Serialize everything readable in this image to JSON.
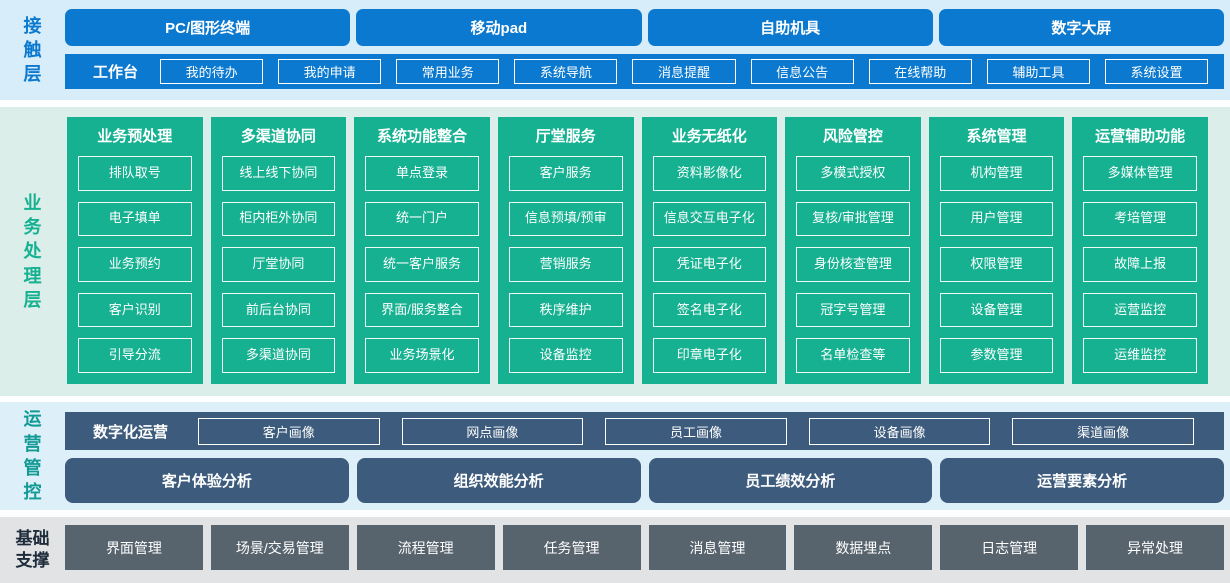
{
  "colors": {
    "accent_blue": "#0b79cf",
    "light_blue_bg": "#d7edf9",
    "green": "#15b191",
    "light_green_bg": "#dceee9",
    "dark_blue": "#3d5b7c",
    "slate_gray": "#57636d",
    "light_gray_bg": "#e1e3e5",
    "teal_label": "#129a94",
    "dark_label": "#1d2b3a"
  },
  "contact": {
    "label": "接触层",
    "channels": [
      "PC/图形终端",
      "移动pad",
      "自助机具",
      "数字大屏"
    ],
    "workbench": {
      "label": "工作台",
      "items": [
        "我的待办",
        "我的申请",
        "常用业务",
        "系统导航",
        "消息提醒",
        "信息公告",
        "在线帮助",
        "辅助工具",
        "系统设置"
      ]
    }
  },
  "business": {
    "label": "业务处理层",
    "columns": [
      {
        "title": "业务预处理",
        "items": [
          "排队取号",
          "电子填单",
          "业务预约",
          "客户识别",
          "引导分流"
        ]
      },
      {
        "title": "多渠道协同",
        "items": [
          "线上线下协同",
          "柜内柜外协同",
          "厅堂协同",
          "前后台协同",
          "多渠道协同"
        ]
      },
      {
        "title": "系统功能整合",
        "items": [
          "单点登录",
          "统一门户",
          "统一客户服务",
          "界面/服务整合",
          "业务场景化"
        ]
      },
      {
        "title": "厅堂服务",
        "items": [
          "客户服务",
          "信息预填/预审",
          "营销服务",
          "秩序维护",
          "设备监控"
        ]
      },
      {
        "title": "业务无纸化",
        "items": [
          "资料影像化",
          "信息交互电子化",
          "凭证电子化",
          "签名电子化",
          "印章电子化"
        ]
      },
      {
        "title": "风险管控",
        "items": [
          "多模式授权",
          "复核/审批管理",
          "身份核查管理",
          "冠字号管理",
          "名单检查等"
        ]
      },
      {
        "title": "系统管理",
        "items": [
          "机构管理",
          "用户管理",
          "权限管理",
          "设备管理",
          "参数管理"
        ]
      },
      {
        "title": "运营辅助功能",
        "items": [
          "多媒体管理",
          "考培管理",
          "故障上报",
          "运营监控",
          "运维监控"
        ]
      }
    ]
  },
  "operations": {
    "label": "运营管控",
    "digital": {
      "label": "数字化运营",
      "items": [
        "客户画像",
        "网点画像",
        "员工画像",
        "设备画像",
        "渠道画像"
      ]
    },
    "analysis": [
      "客户体验分析",
      "组织效能分析",
      "员工绩效分析",
      "运营要素分析"
    ]
  },
  "foundation": {
    "label": "基础支撑",
    "items": [
      "界面管理",
      "场景/交易管理",
      "流程管理",
      "任务管理",
      "消息管理",
      "数据埋点",
      "日志管理",
      "异常处理"
    ]
  }
}
